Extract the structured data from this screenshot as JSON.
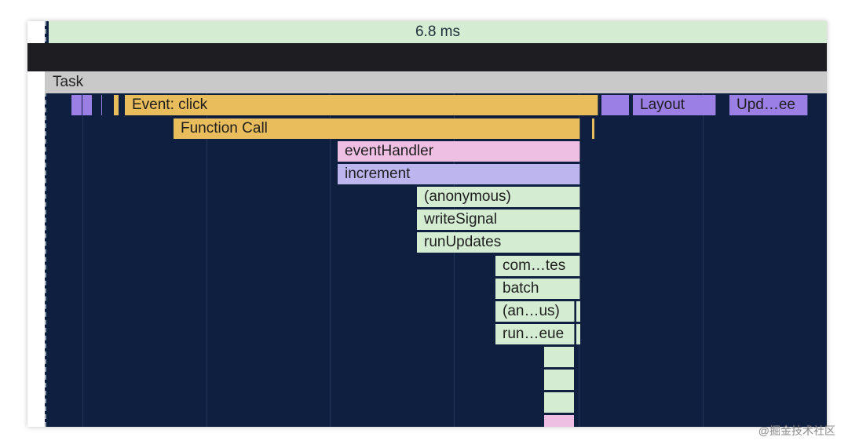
{
  "timeline": {
    "duration_label": "6.8 ms",
    "task_label": "Task"
  },
  "flame": {
    "event_click": "Event: click",
    "layout": "Layout",
    "update": "Upd…ee",
    "function_call": "Function Call",
    "event_handler": "eventHandler",
    "increment": "increment",
    "anonymous": "(anonymous)",
    "write_signal": "writeSignal",
    "run_updates": "runUpdates",
    "complete_updates": "com…tes",
    "batch": "batch",
    "anonymous_short": "(an…us)",
    "run_queue": "run…eue"
  },
  "colors": {
    "background": "#0f1f3f",
    "task": "#c9c9c9",
    "event": "#e9bd5b",
    "rendering": "#9b7fe5",
    "event_handler": "#eebfe2",
    "increment": "#bdb5ee",
    "script": "#d4ecd1"
  },
  "watermark": "@掘金技术社区"
}
